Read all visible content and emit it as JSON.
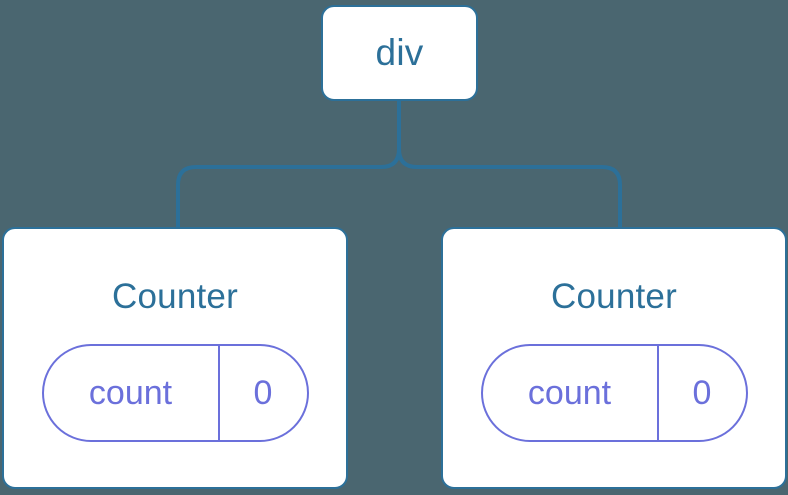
{
  "diagram": {
    "type": "component-tree",
    "background_color": "#4a6670",
    "node_border_color": "#2c7099",
    "node_text_color": "#2c7099",
    "state_accent_color": "#6b70db",
    "connector_color": "#2c7099",
    "root": {
      "label": "div"
    },
    "children": [
      {
        "label": "Counter",
        "state": {
          "key": "count",
          "value": "0"
        }
      },
      {
        "label": "Counter",
        "state": {
          "key": "count",
          "value": "0"
        }
      }
    ]
  }
}
